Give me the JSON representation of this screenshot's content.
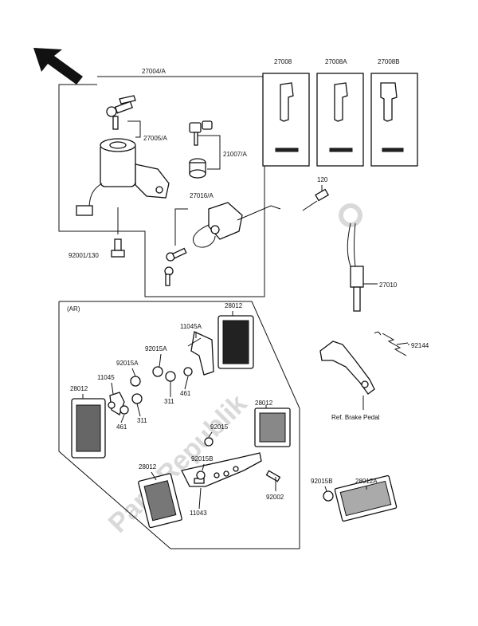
{
  "watermark": "PartsRepublik",
  "labels": {
    "l27004A": "27004/A",
    "l27005A": "27005/A",
    "l21007A": "21007/A",
    "l27016A": "27016/A",
    "l92001": "92001/130",
    "l120": "120",
    "l27008": "27008",
    "l27008A": "27008A",
    "l27008B": "27008B",
    "l27010": "27010",
    "l92144": "92144",
    "lRef": "Ref. Brake Pedal",
    "lAR": "(AR)",
    "l28012a": "28012",
    "l11045A": "11045A",
    "l92015Aa": "92015A",
    "l92015Ab": "92015A",
    "l11045": "11045",
    "l28012b": "28012",
    "l311a": "311",
    "l461a": "461",
    "l311b": "311",
    "l461b": "461",
    "l28012c": "28012",
    "l92015": "92015",
    "l92015B": "92015B",
    "l28012d": "28012",
    "l92002": "92002",
    "l11043": "11043",
    "l92015Bb": "92015B",
    "l28012A": "28012A"
  },
  "icons": [
    "direction-arrow-icon",
    "ignition-switch",
    "key",
    "seat-lock",
    "brake-switch",
    "spring",
    "brake-pedal",
    "reflector",
    "bracket",
    "bolt",
    "nut",
    "washer"
  ]
}
